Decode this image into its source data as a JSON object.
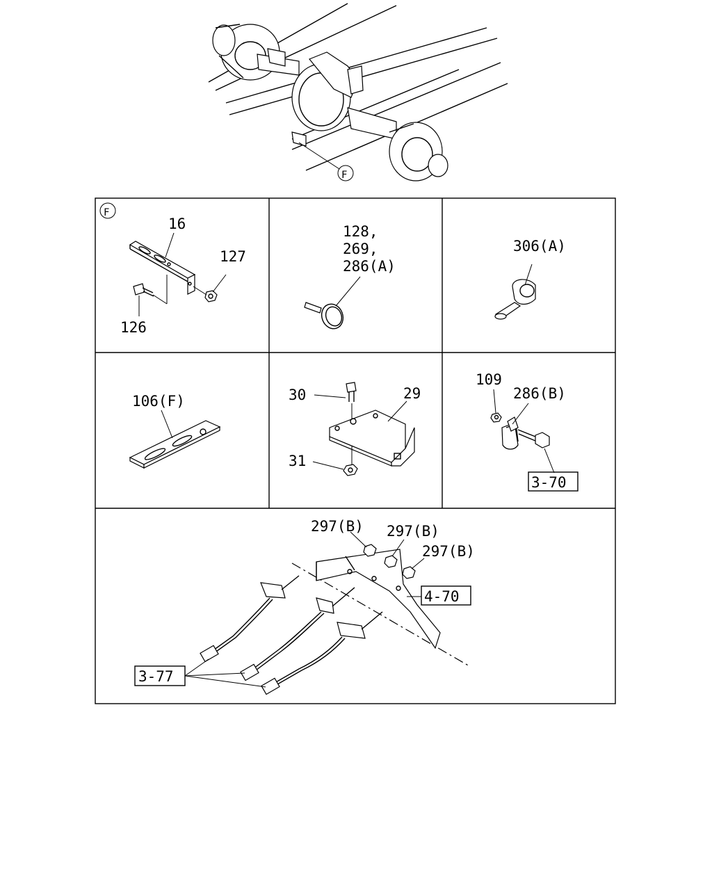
{
  "top_view": {
    "callout": "F"
  },
  "panels": {
    "p1": {
      "marker": "F",
      "labels": [
        "16",
        "127",
        "126"
      ]
    },
    "p2": {
      "labels": [
        "128,",
        "269,",
        "286(A)"
      ]
    },
    "p3": {
      "labels": [
        "306(A)"
      ]
    },
    "p4": {
      "labels": [
        "106(F)"
      ]
    },
    "p5": {
      "labels": [
        "30",
        "29",
        "31"
      ]
    },
    "p6": {
      "labels": [
        "109",
        "286(B)"
      ],
      "ref_box": "3-70"
    },
    "p7": {
      "labels": [
        "297(B)",
        "297(B)",
        "297(B)"
      ],
      "ref_box_right": "4-70",
      "ref_box_left": "3-77"
    }
  }
}
